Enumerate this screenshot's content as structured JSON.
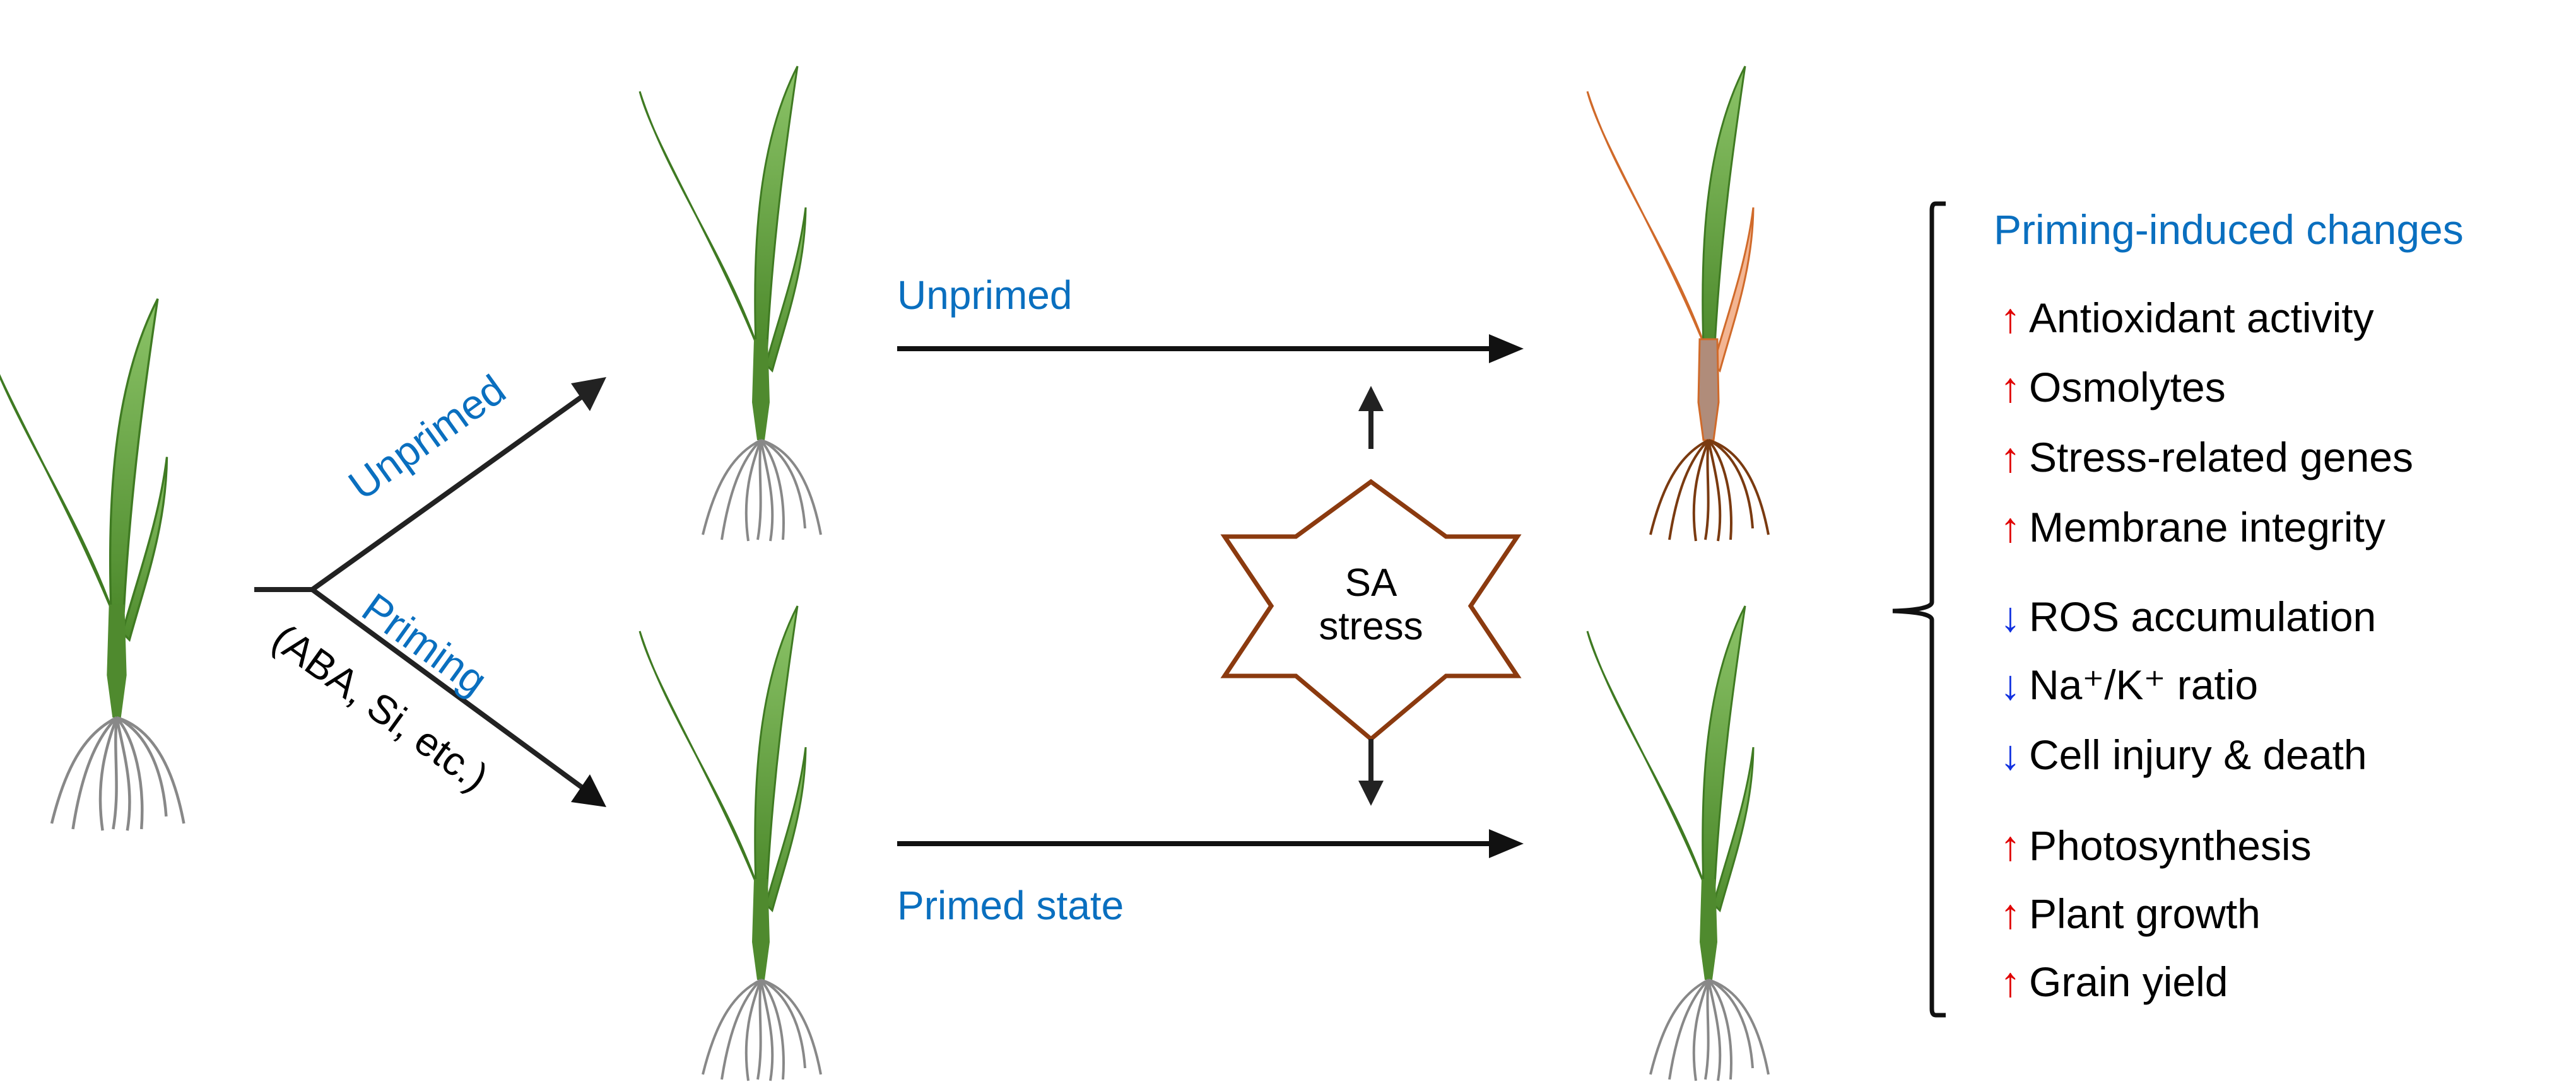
{
  "branch": {
    "unprimed_label": "Unprimed",
    "priming_label": "Priming",
    "priming_agents": "(ABA, Si, etc.)"
  },
  "pathways": {
    "unprimed_label": "Unprimed",
    "primed_label": "Primed state"
  },
  "stress": {
    "line1": "SA",
    "line2": "stress"
  },
  "changes": {
    "title": "Priming-induced changes",
    "items": [
      {
        "arrow": "↑",
        "direction": "up",
        "text": "Antioxidant activity"
      },
      {
        "arrow": "↑",
        "direction": "up",
        "text": "Osmolytes"
      },
      {
        "arrow": "↑",
        "direction": "up",
        "text": "Stress-related genes"
      },
      {
        "arrow": "↑",
        "direction": "up",
        "text": "Membrane integrity"
      },
      {
        "arrow": "↓",
        "direction": "down",
        "text": "ROS accumulation"
      },
      {
        "arrow": "↓",
        "direction": "down",
        "text": "Na⁺/K⁺  ratio"
      },
      {
        "arrow": "↓",
        "direction": "down",
        "text": "Cell injury & death"
      },
      {
        "arrow": "↑",
        "direction": "up",
        "text": "Photosynthesis"
      },
      {
        "arrow": "↑",
        "direction": "up",
        "text": "Plant growth"
      },
      {
        "arrow": "↑",
        "direction": "up",
        "text": "Grain yield"
      }
    ]
  },
  "colors": {
    "label_blue": "#0a6fbf",
    "up_arrow": "#e00000",
    "down_arrow": "#1030e0",
    "star_outline": "#8b3a0f",
    "leaf_green": "#5b9a3a"
  }
}
